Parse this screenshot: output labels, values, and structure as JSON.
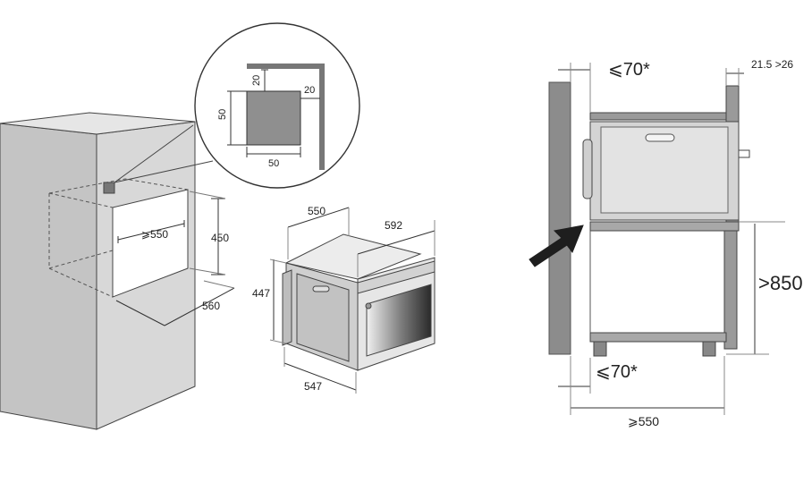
{
  "cabinet_3d": {
    "cutout_width": "⩾550",
    "cutout_height": "450",
    "cutout_depth": "560",
    "vent_detail": {
      "square_height": "50",
      "square_width": "50",
      "top_gap": "20",
      "side_gap": "20"
    }
  },
  "oven_3d": {
    "depth": "550",
    "width": "592",
    "height": "447",
    "body_depth": "547"
  },
  "side_section": {
    "top_gap": "⩽70*",
    "bottom_gap": "⩽70*",
    "panel_range": "21.5 >26",
    "floor_height": ">850",
    "cabinet_depth": "⩾550"
  },
  "colors": {
    "line": "#333333",
    "panel_gray": "#c9c9c9",
    "dark_gray": "#8a8a8a",
    "arrow": "#1e1e1e"
  }
}
